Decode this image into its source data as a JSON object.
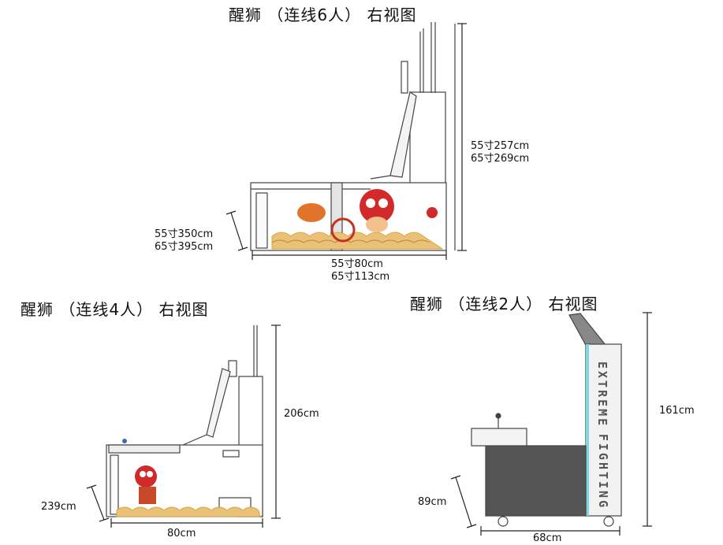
{
  "views": [
    {
      "title": "醒狮 （连线6人） 右视图",
      "height_lines": [
        "55寸257cm",
        "65寸269cm"
      ],
      "depth_lines": [
        "55寸350cm",
        "65寸395cm"
      ],
      "width_lines": [
        "55寸80cm",
        "65寸113cm"
      ]
    },
    {
      "title": "醒狮 （连线4人） 右视图",
      "height": "206cm",
      "depth": "239cm",
      "width": "80cm"
    },
    {
      "title": "醒狮 （连线2人） 右视图",
      "height": "161cm",
      "depth": "89cm",
      "width": "68cm",
      "side_text_1": "EXTREME",
      "side_text_2": "FIGHTING"
    }
  ],
  "colors": {
    "line": "#222222",
    "cabinet_dark": "#555555",
    "accent_cyan": "#7fd8e0",
    "accent_pink": "#e88bb3",
    "wave_gold": "#d9a441",
    "lion_red": "#d22a2a"
  }
}
